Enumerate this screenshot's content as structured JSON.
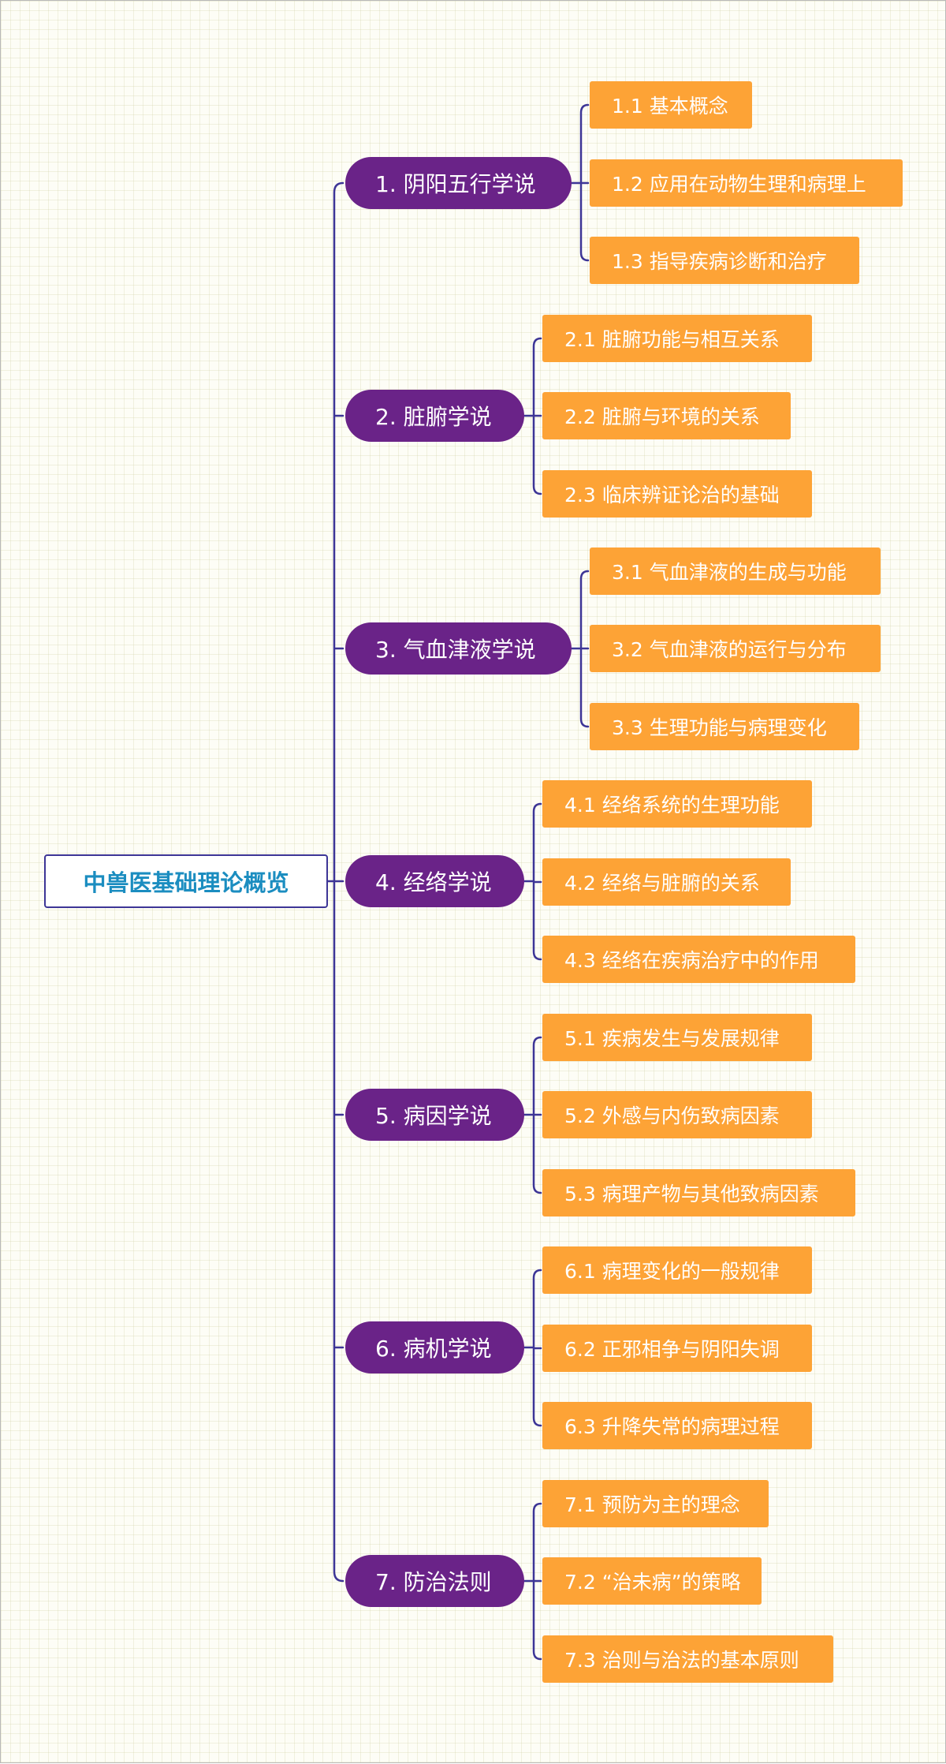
{
  "root": {
    "label": "中兽医基础理论概览"
  },
  "branches": [
    {
      "label": "1. 阴阳五行学说",
      "children": [
        "1.1 基本概念",
        "1.2 应用在动物生理和病理上",
        "1.3 指导疾病诊断和治疗"
      ]
    },
    {
      "label": "2. 脏腑学说",
      "children": [
        "2.1 脏腑功能与相互关系",
        "2.2 脏腑与环境的关系",
        "2.3 临床辨证论治的基础"
      ]
    },
    {
      "label": "3. 气血津液学说",
      "children": [
        "3.1 气血津液的生成与功能",
        "3.2 气血津液的运行与分布",
        "3.3 生理功能与病理变化"
      ]
    },
    {
      "label": "4. 经络学说",
      "children": [
        "4.1 经络系统的生理功能",
        "4.2 经络与脏腑的关系",
        "4.3 经络在疾病治疗中的作用"
      ]
    },
    {
      "label": "5. 病因学说",
      "children": [
        "5.1 疾病发生与发展规律",
        "5.2 外感与内伤致病因素",
        "5.3 病理产物与其他致病因素"
      ]
    },
    {
      "label": "6. 病机学说",
      "children": [
        "6.1 病理变化的一般规律",
        "6.2 正邪相争与阴阳失调",
        "6.3 升降失常的病理过程"
      ]
    },
    {
      "label": "7. 防治法则",
      "children": [
        "7.1 预防为主的理念",
        "7.2 “治未病”的策略",
        "7.3 治则与治法的基本原则"
      ]
    }
  ],
  "colors": {
    "background": "#fdfdf6",
    "root_border": "#3d3596",
    "root_text": "#1b8dc0",
    "branch_fill": "#6a2388",
    "leaf_fill": "#fda336",
    "connector": "#3d3596"
  }
}
